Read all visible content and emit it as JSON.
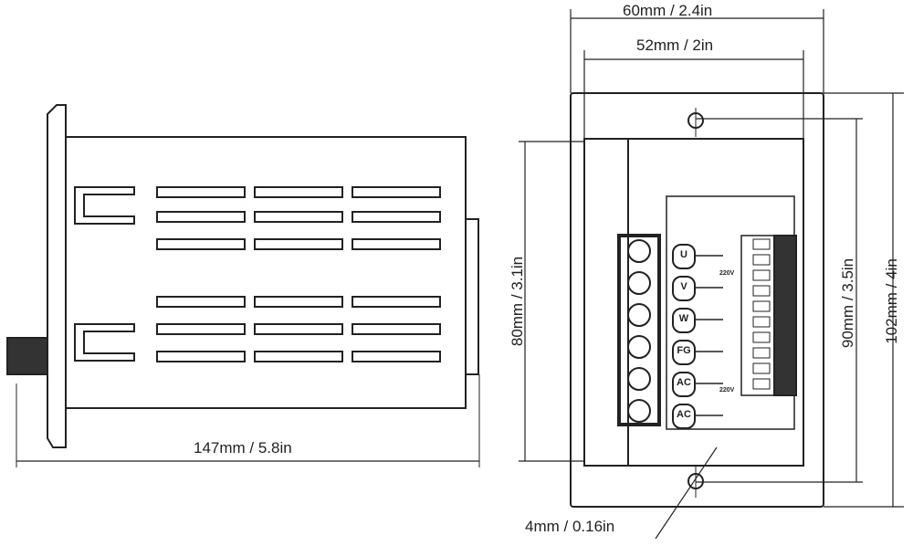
{
  "dimensions": {
    "length": "147mm / 5.8in",
    "outer_width": "60mm / 2.4in",
    "inner_width": "52mm / 2in",
    "inner_height": "80mm / 3.1in",
    "hole_spacing": "90mm / 3.5in",
    "outer_height": "102mm / 4in",
    "hole_diameter": "4mm / 0.16in"
  },
  "terminals": [
    "U",
    "V",
    "W",
    "FG",
    "AC",
    "AC"
  ],
  "wiring_notes": [
    "220V",
    "220V"
  ]
}
